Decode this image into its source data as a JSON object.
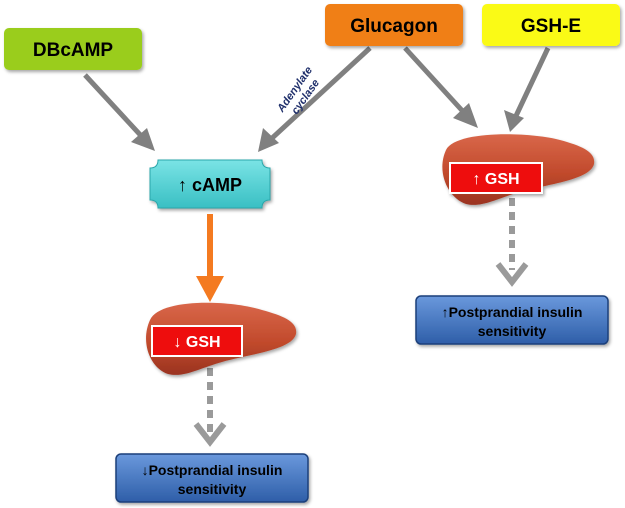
{
  "nodes": {
    "dbcamp": {
      "label": "DBcAMP",
      "color": "#9acd1f"
    },
    "glucagon": {
      "label": "Glucagon",
      "color": "#f07f16"
    },
    "gshe": {
      "label": "GSH-E",
      "color": "#fafa12"
    },
    "camp": {
      "label": "↑ cAMP",
      "color": "#4fd3d6"
    },
    "gsh_left": {
      "label": "↓ GSH"
    },
    "gsh_right": {
      "label": "↑ GSH"
    },
    "insulin_left": {
      "line1": "↓Postprandial insulin",
      "line2": "sensitivity"
    },
    "insulin_right": {
      "line1": "↑Postprandial insulin",
      "line2": "sensitivity"
    }
  },
  "edge_labels": {
    "enzyme_line1": "Adenylate",
    "enzyme_line2": "cyclase"
  },
  "colors": {
    "arrow_gray": "#808080",
    "arrow_orange": "#f47a20",
    "gsh_red": "#ee1111",
    "outcome_blue": "#3b72c4",
    "liver": "#c8502f",
    "enzyme_text": "#1f2f6b"
  }
}
